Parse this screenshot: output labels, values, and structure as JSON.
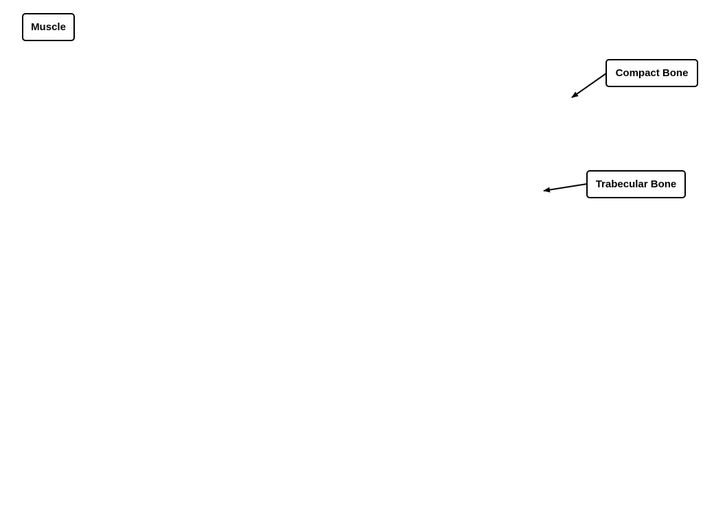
{
  "labels": {
    "muscle": "Muscle",
    "compact_bone": "Compact Bone",
    "trabecular_bone": "Trabecular Bone"
  },
  "colors": {
    "stroke": "#000000",
    "background": "#ffffff"
  }
}
